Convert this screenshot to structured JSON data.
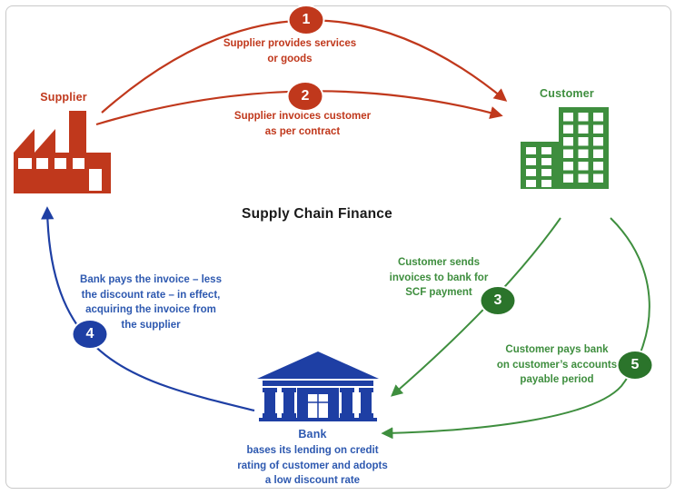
{
  "diagram": {
    "title": "Supply Chain Finance",
    "entities": {
      "supplier": {
        "label": "Supplier"
      },
      "customer": {
        "label": "Customer"
      },
      "bank": {
        "label": "Bank",
        "note_lines": [
          "bases its lending on credit",
          "rating of customer and adopts",
          "a low discount rate"
        ]
      }
    },
    "steps": [
      {
        "number": "1",
        "color": "#C0381C",
        "from": "supplier",
        "to": "customer",
        "lines": [
          "Supplier provides services",
          "or goods"
        ]
      },
      {
        "number": "2",
        "color": "#C0381C",
        "from": "supplier",
        "to": "customer",
        "lines": [
          "Supplier invoices customer",
          "as per contract"
        ]
      },
      {
        "number": "3",
        "color": "#2B742B",
        "from": "customer",
        "to": "bank",
        "lines": [
          "Customer sends",
          "invoices to bank for",
          "SCF payment"
        ]
      },
      {
        "number": "4",
        "color": "#1E3FA4",
        "from": "bank",
        "to": "supplier",
        "lines": [
          "Bank pays the invoice – less",
          "the discount rate – in effect,",
          "acquiring the invoice from",
          "the supplier"
        ]
      },
      {
        "number": "5",
        "color": "#2B742B",
        "from": "customer",
        "to": "bank",
        "lines": [
          "Customer pays bank",
          "on customer’s accounts",
          "payable period"
        ]
      }
    ],
    "colors": {
      "red": "#C0381C",
      "green": "#3E8E3E",
      "green_circle": "#2B742B",
      "blue": "#1E3FA4",
      "blue_text": "#2E59B0",
      "title": "#1A1A1A",
      "border": "#C9C9C9"
    }
  }
}
